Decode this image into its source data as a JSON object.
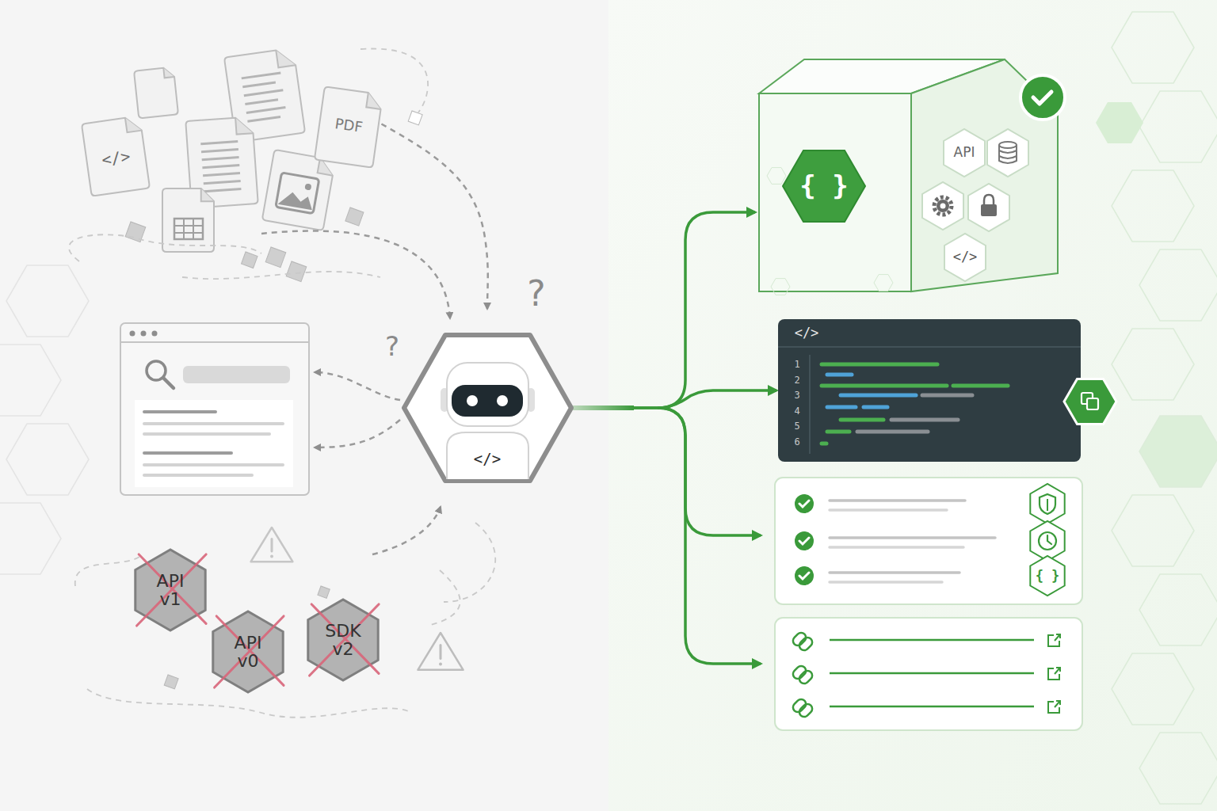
{
  "diagram": {
    "nodes": [
      {
        "text": [
          "</>"
        ]
      },
      {
        "text": [
          "PDF"
        ]
      },
      {
        "text": [
          "</>"
        ]
      },
      {
        "text": [
          "API v1"
        ]
      },
      {
        "text": [
          "API v0"
        ]
      },
      {
        "text": [
          "SDK v2"
        ]
      },
      {
        "text": [
          "{ }"
        ]
      },
      {
        "text": [
          "API"
        ],
        "in": 6
      },
      {
        "text": [
          "</>"
        ],
        "in": 6
      },
      {
        "text": [
          "</>",
          "1",
          "2",
          "3",
          "4",
          "5",
          "6"
        ]
      }
    ],
    "edges": [
      {
        "from": 2,
        "to": 6,
        "arrow": "to"
      },
      {
        "from": 2,
        "to": 9,
        "arrow": "to"
      }
    ],
    "labels": [
      "?",
      "?",
      "{ }"
    ]
  }
}
